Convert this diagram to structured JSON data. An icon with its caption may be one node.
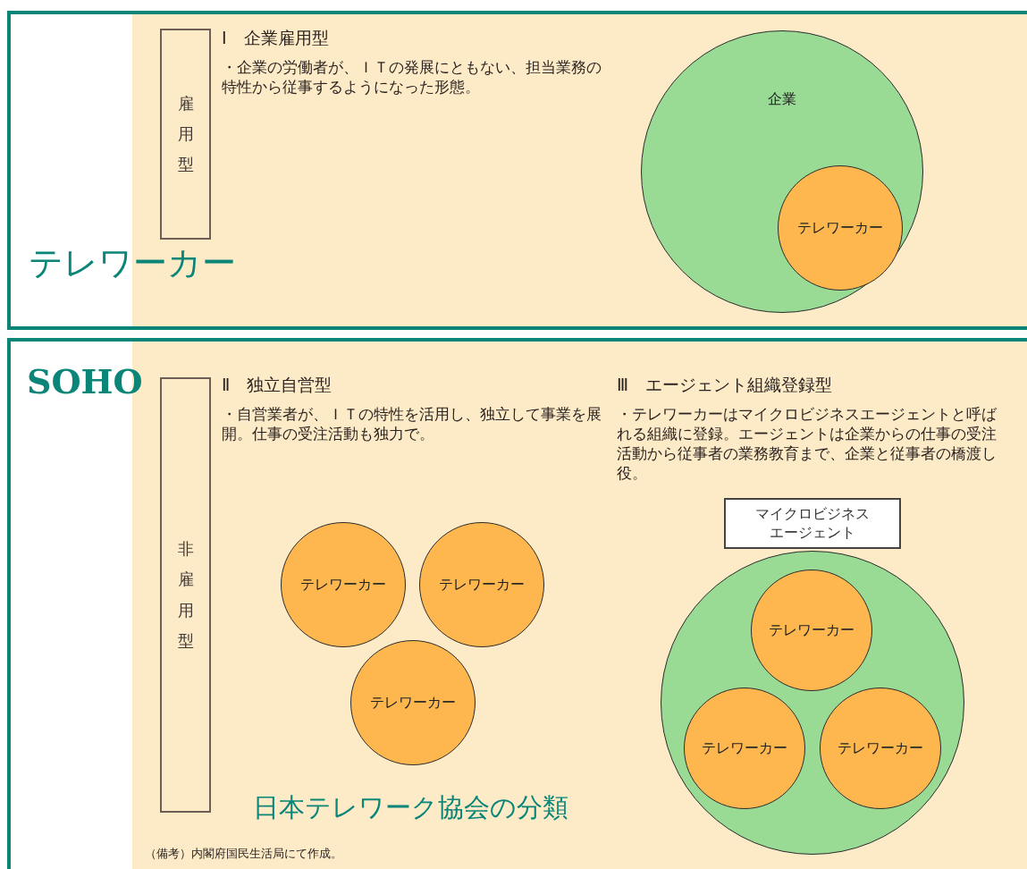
{
  "diagram": {
    "nodes": [
      {
        "text": [
          "テレワーカー"
        ]
      },
      {
        "text": [
          "雇用型"
        ],
        "in": 0
      },
      {
        "text": [
          "企業"
        ],
        "in": 0
      },
      {
        "text": [
          "テレワーカー"
        ],
        "in": 2
      },
      {
        "text": [
          "SOHO"
        ]
      },
      {
        "text": [
          "非雇用型"
        ],
        "in": 4
      },
      {
        "text": [
          "テレワーカー"
        ],
        "in": 4
      },
      {
        "text": [
          "テレワーカー"
        ],
        "in": 4
      },
      {
        "text": [
          "テレワーカー"
        ],
        "in": 4
      },
      {
        "text": [
          "マイクロビジネスエージェント"
        ],
        "in": 4
      },
      {
        "text": [],
        "shape": "circle",
        "in": 4
      },
      {
        "text": [
          "テレワーカー"
        ],
        "in": 10
      },
      {
        "text": [
          "テレワーカー"
        ],
        "in": 10
      },
      {
        "text": [
          "テレワーカー"
        ],
        "in": 10
      }
    ],
    "edges": [],
    "labels": [
      "Ⅰ　企業雇用型",
      "・企業の労働者が、ＩＴの発展にともない、担当業務の特性から従事するようになった形態。",
      "Ⅱ　独立自営型",
      "・自営業者が、ＩＴの特性を活用し、独立して事業を展開。仕事の受注活動も独力で。",
      "Ⅲ　エージェント組織登録型",
      "・テレワーカーはマイクロビジネスエージェントと呼ばれる組織に登録。エージェントは企業からの仕事の受注活動から従事者の業務教育まで、企業と従事者の橋渡し役。",
      "日本テレワーク協会の分類",
      "（備考）内閣府国民生活局にて作成。"
    ]
  }
}
